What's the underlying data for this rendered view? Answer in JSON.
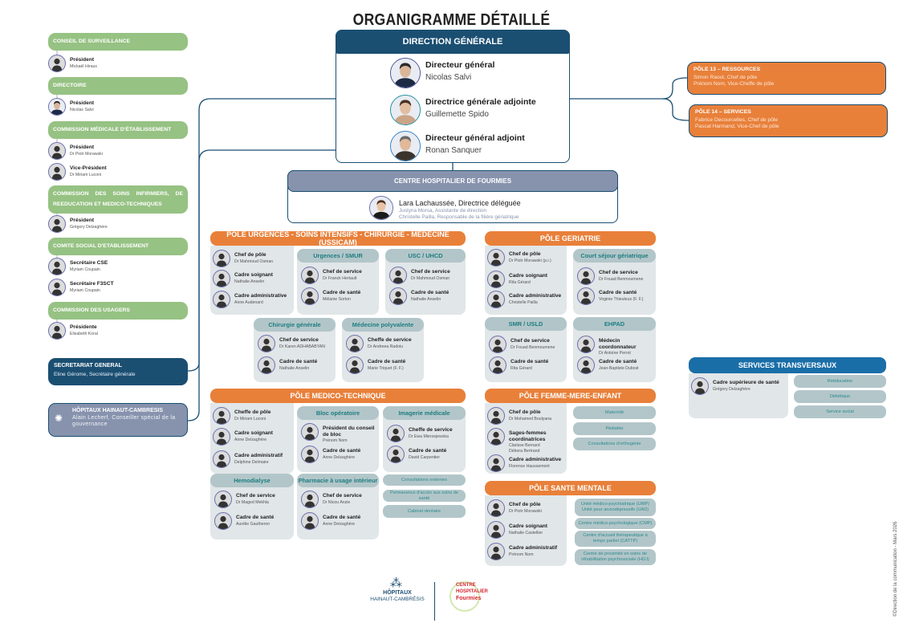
{
  "title": "ORGANIGRAMME DÉTAILLÉ",
  "left": {
    "groups": [
      {
        "title": "CONSEIL DE SURVEILLANCE",
        "people": [
          {
            "role": "Président",
            "name": "Mickaël Hiraux"
          }
        ]
      },
      {
        "title": "DIRECTOIRE",
        "people": [
          {
            "role": "Président",
            "name": "Nicolas Salvi"
          }
        ]
      },
      {
        "title": "COMMISSION MÉDICALE D'ÉTABLISSEMENT",
        "people": [
          {
            "role": "Président",
            "name": "Dr Piotr Morawski"
          },
          {
            "role": "Vice-Président",
            "name": "Dr Miriam Luconi"
          }
        ]
      },
      {
        "title": "COMMISSION DES SOINS INFIRMIERS, DE REEDUCATION ET MEDICO-TECHNIQUES",
        "people": [
          {
            "role": "Président",
            "name": "Grégory Delzaghère"
          }
        ]
      },
      {
        "title": "COMITE SOCIAL D'ETABLISSEMENT",
        "people": [
          {
            "role": "Secrétaire CSE",
            "name": "Myriam Coupain"
          },
          {
            "role": "Secrétaire F3SCT",
            "name": "Myriam Coupain"
          }
        ]
      },
      {
        "title": "COMMISSION DES USAGERS",
        "people": [
          {
            "role": "Présidente",
            "name": "Elisabeth Koral"
          }
        ]
      }
    ],
    "secretariat": {
      "title": "SECRETARIAT GENERAL",
      "text": "Eline Gérome, Secrétaire générale"
    },
    "hhc": {
      "title": "HÔPITAUX HAINAUT-CAMBRESIS",
      "text": "Alain Lecherf, Conseiller spécial de la gouvernance"
    }
  },
  "direction": {
    "title": "DIRECTION GÉNÉRALE",
    "people": [
      {
        "role": "Directeur général",
        "name": "Nicolas Salvi"
      },
      {
        "role": "Directrice générale adjointe",
        "name": "Guillemette Spido"
      },
      {
        "role": "Directeur général adjoint",
        "name": "Ronan Sanquer"
      }
    ]
  },
  "fourmies": {
    "title": "CENTRE HOSPITALIER DE FOURMIES",
    "director": "Lara Lachaussée, Directrice déléguée",
    "lines": [
      "Justyna Morsa, Assistante de direction",
      "Christelle Pailla, Responsable de la filière gériatrique"
    ]
  },
  "poles_right": [
    {
      "title": "PÔLE 13 – RESSOURCES",
      "lines": [
        "Simon Raout, Chef de pôle",
        "Prénom Nom, Vice-Cheffe de pôle"
      ]
    },
    {
      "title": "PÔLE 14 – SERVICES",
      "lines": [
        "Fabrice Decourcelles, Chef de pôle",
        "Pascal Harmand, Vice-Chef de pôle"
      ]
    }
  ],
  "ussicam": {
    "title": "PÔLE URGENCES - SOINS INTENSIFS - CHIRURGIE - MEDECINE (USSICAM)",
    "staff": [
      {
        "role": "Chef de pôle",
        "name": "Dr Mahmoud Osman"
      },
      {
        "role": "Cadre soignant",
        "name": "Nathalie Anselin"
      },
      {
        "role": "Cadre administrative",
        "name": "Anne Audenard"
      }
    ],
    "units": [
      {
        "title": "Urgences / SMUR",
        "people": [
          {
            "role": "Chef de service",
            "name": "Dr Franck Hertault"
          },
          {
            "role": "Cadre de santé",
            "name": "Mélanie Sorton"
          }
        ]
      },
      {
        "title": "USC / UHCD",
        "people": [
          {
            "role": "Chef de service",
            "name": "Dr Mahmoud Osman"
          },
          {
            "role": "Cadre de santé",
            "name": "Nathalie Anselin"
          }
        ]
      },
      {
        "title": "Chirurgie générale",
        "people": [
          {
            "role": "Chef de service",
            "name": "Dr Karen ADHABABYAN"
          },
          {
            "role": "Cadre de santé",
            "name": "Nathalie Anselin"
          }
        ]
      },
      {
        "title": "Médecine polyvalente",
        "people": [
          {
            "role": "Cheffe de service",
            "name": "Dr Andreea Radoiu"
          },
          {
            "role": "Cadre de santé",
            "name": "Marie Triquet (F. F.)"
          }
        ]
      }
    ]
  },
  "medico": {
    "title": "PÔLE MEDICO-TECHNIQUE",
    "staff": [
      {
        "role": "Cheffe de pôle",
        "name": "Dr Miriam Luconi"
      },
      {
        "role": "Cadre soignant",
        "name": "Anne Delzaghère"
      },
      {
        "role": "Cadre administratif",
        "name": "Delphine Delmaire"
      }
    ],
    "units": [
      {
        "title": "Bloc opératoire",
        "people": [
          {
            "role": "Président du conseil de bloc",
            "name": "Prénom Nom"
          },
          {
            "role": "Cadre de santé",
            "name": "Anne Delzaghère"
          }
        ]
      },
      {
        "title": "Imagerie médicale",
        "people": [
          {
            "role": "Cheffe de service",
            "name": "Dr Ewa Mierzejewska"
          },
          {
            "role": "Cadre de santé",
            "name": "David Carpentier"
          }
        ]
      },
      {
        "title": "Hemodialyse",
        "people": [
          {
            "role": "Chef de service",
            "name": "Dr Maged Mekhla"
          },
          {
            "role": "Cadre de santé",
            "name": "Aurélie Gautheron"
          }
        ]
      },
      {
        "title": "Pharmacie à usage intérieur",
        "people": [
          {
            "role": "Chef de service",
            "name": "Dr Nicou Anzie"
          },
          {
            "role": "Cadre de santé",
            "name": "Anne Delzaghère"
          }
        ]
      }
    ],
    "pills": [
      "Consultations externes",
      "Permanence d'accès aux soins de santé",
      "Cabinet dentaire"
    ]
  },
  "geriatrie": {
    "title": "PÔLE GERIATRIE",
    "staff": [
      {
        "role": "Chef de pôle",
        "name": "Dr Piotr Morawski (p.i.)"
      },
      {
        "role": "Cadre soignant",
        "name": "Rita Gérard"
      },
      {
        "role": "Cadre administrative",
        "name": "Christelle Pailla"
      }
    ],
    "units": [
      {
        "title": "Court séjour gériatrique",
        "people": [
          {
            "role": "Chef de service",
            "name": "Dr Fouad Benmoumene"
          },
          {
            "role": "Cadre de santé",
            "name": "Virginie Thieuleux (F. F.)"
          }
        ]
      },
      {
        "title": "SMR / USLD",
        "people": [
          {
            "role": "Chef de service",
            "name": "Dr Fouad Benmoumene"
          },
          {
            "role": "Cadre de santé",
            "name": "Rita Gérard"
          }
        ]
      },
      {
        "title": "EHPAD",
        "people": [
          {
            "role": "Médecin coordonnateur",
            "name": "Dr Antoine Perrot"
          },
          {
            "role": "Cadre de santé",
            "name": "Jean-Baptiste Dubost"
          }
        ]
      }
    ]
  },
  "femme": {
    "title": "PÔLE FEMME-MERE-ENFANT",
    "staff": [
      {
        "role": "Chef de pôle",
        "name": "Dr Mohamed Boulyana"
      },
      {
        "role": "Sages-femmes coordinatrices",
        "name": "Clarisse Bernard",
        "name2": "Débora Bertrand"
      },
      {
        "role": "Cadre administrative",
        "name": "Florence Haussemont"
      }
    ],
    "pills": [
      "Maternité",
      "Pédiatrie",
      "Consultations d'orthogénie"
    ]
  },
  "mentale": {
    "title": "PÔLE SANTE MENTALE",
    "staff": [
      {
        "role": "Chef de pôle",
        "name": "Dr Piotr Morawski"
      },
      {
        "role": "Cadre soignant",
        "name": "Nathalie Castellier"
      },
      {
        "role": "Cadre administratif",
        "name": "Prénom Nom"
      }
    ],
    "pills": [
      "Unité médico-psychiatrique (UMP) Unité pour anxiodépressifs (UAD)",
      "Centre médico-psychologique (CMP)",
      "Centre d'accueil thérapeutique à temps partiel (CATTP)",
      "Centre de proximité en soins de réhabilitation psychosociale (HDJ)"
    ]
  },
  "transversaux": {
    "title": "SERVICES TRANSVERSAUX",
    "staff": [
      {
        "role": "Cadre supérieure de santé",
        "name": "Grégory Delzaghère"
      }
    ],
    "pills": [
      "Rééducation",
      "Diététique",
      "Service social"
    ]
  },
  "footer": {
    "logo1_line1": "HÔPITAUX",
    "logo1_line2": "HAINAUT-CAMBRÉSIS",
    "logo2": [
      "CENTRE",
      "HOSPITALIER",
      "Fourmies"
    ],
    "credit": "©Direction de la communication - Mars 2026"
  },
  "colors": {
    "green": "#96c283",
    "navy": "#1b4f72",
    "orange": "#e8803a",
    "slate": "#8793ad",
    "blue": "#1a6ea8",
    "teal": "#1d7d80"
  }
}
